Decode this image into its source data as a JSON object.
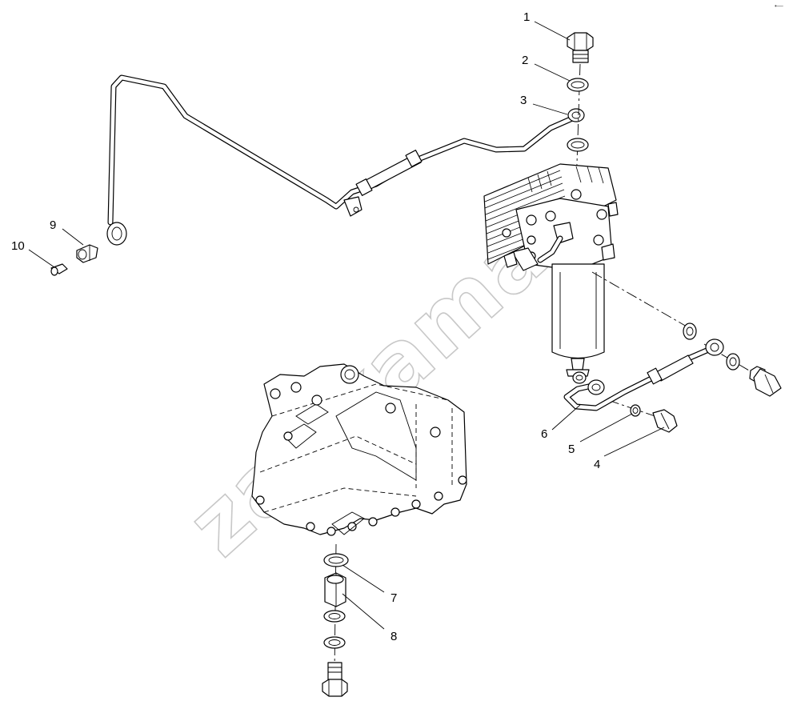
{
  "diagram": {
    "watermark": "zapkamaz",
    "corner_mark": "•—",
    "callouts": [
      {
        "id": "1",
        "label": "1"
      },
      {
        "id": "2",
        "label": "2"
      },
      {
        "id": "3",
        "label": "3"
      },
      {
        "id": "4",
        "label": "4"
      },
      {
        "id": "5",
        "label": "5"
      },
      {
        "id": "6",
        "label": "6"
      },
      {
        "id": "7",
        "label": "7"
      },
      {
        "id": "8",
        "label": "8"
      },
      {
        "id": "9",
        "label": "9"
      },
      {
        "id": "10",
        "label": "10"
      }
    ]
  }
}
